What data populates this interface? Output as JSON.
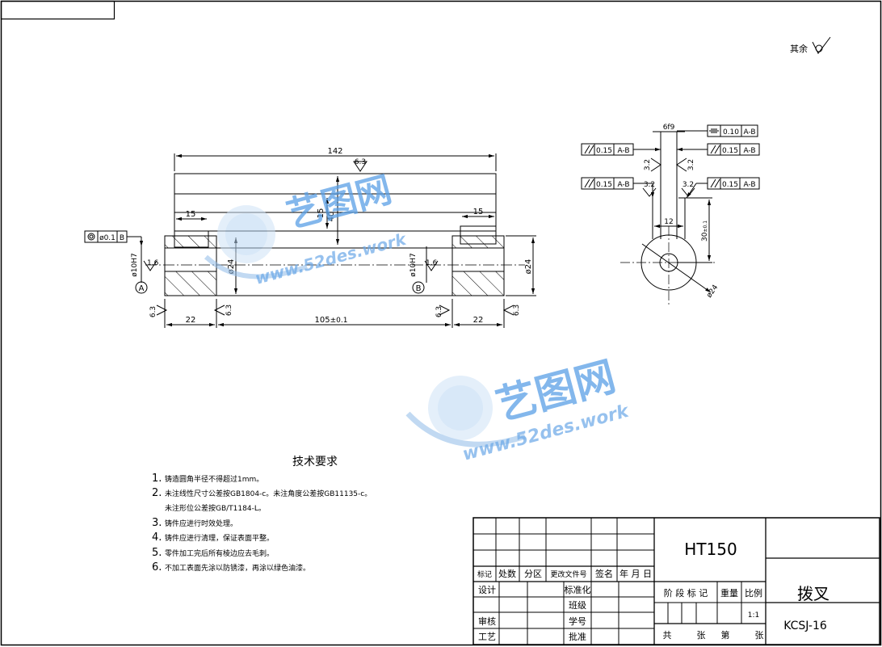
{
  "roughness": {
    "other_label": "其余"
  },
  "front_view": {
    "total_length": "142",
    "left_shoulder": "15",
    "right_shoulder": "15",
    "height_40": "40",
    "height_15": "15",
    "dia_24_mid": "ø24",
    "dia_24_right": "ø24",
    "bore_left": "ø10H7",
    "bore_right": "ø10H7",
    "len_left": "22",
    "len_center": "105",
    "len_center_tol": "±0.1",
    "len_right": "22",
    "top_roughness": "6.3",
    "roughness_16_left": "1.6",
    "roughness_16_right": "1.6",
    "roughness_63_a": "6.3",
    "roughness_63_b": "6.3",
    "roughness_63_c": "6.3",
    "roughness_63_d": "6.3",
    "datum_a": "A",
    "datum_b": "B",
    "coaxial_tol": "ø0.1",
    "coaxial_datum": "B"
  },
  "side_view": {
    "slot_width": "6f9",
    "sym_tol": "0.10",
    "sym_datum": "A-B",
    "par1_tol": "0.15",
    "par1_datum": "A-B",
    "par2_tol": "0.15",
    "par2_datum": "A-B",
    "par3_tol": "0.15",
    "par3_datum": "A-B",
    "par4_tol": "0.15",
    "par4_datum": "A-B",
    "rough_32_a": "3.2",
    "rough_32_b": "3.2",
    "rough_32_c": "3.2",
    "rough_32_d": "3.2",
    "width_12": "12",
    "height_30": "30",
    "height_30_tol": "±0.1",
    "dia_24": "ø24"
  },
  "tech_requirements": {
    "title": "技术要求",
    "items": [
      {
        "num": "1.",
        "text": "铸造圆角半径不得超过1mm。"
      },
      {
        "num": "2.",
        "text": "未注线性尺寸公差按GB1804-c。未注角度公差按GB11135-c。"
      },
      {
        "num": "",
        "text": "未注形位公差按GB/T1184-L。"
      },
      {
        "num": "3.",
        "text": "铸件应进行时效处理。"
      },
      {
        "num": "4.",
        "text": "铸件应进行清理，保证表面平整。"
      },
      {
        "num": "5.",
        "text": "零件加工完后所有棱边应去毛刺。"
      },
      {
        "num": "6.",
        "text": "不加工表面先涂以防锈漆，再涂以绿色油漆。"
      }
    ]
  },
  "title_block": {
    "material": "HT150",
    "part_name": "拨叉",
    "drawing_no": "KCSJ-16",
    "scale": "1:1",
    "labels": {
      "mark": "标记",
      "count": "处数",
      "zone": "分区",
      "change_doc": "更改文件号",
      "signature": "签名",
      "date": "年 月 日",
      "design": "设计",
      "standardize": "标准化",
      "class": "班级",
      "review": "审核",
      "student_no": "学号",
      "process": "工艺",
      "approve": "批准",
      "stage_mark": "阶 段 标 记",
      "weight": "重量",
      "scale_label": "比例",
      "total": "共",
      "sheets": "张",
      "page": "第",
      "sheets2": "张"
    }
  },
  "watermark": {
    "cn_text": "艺图网",
    "url_text": "www.52des.work"
  }
}
